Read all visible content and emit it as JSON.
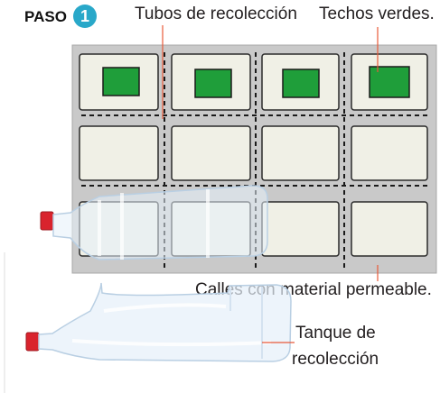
{
  "step": {
    "label": "PASO",
    "number": "1"
  },
  "labels": {
    "collection_tubes": "Tubos de recolección",
    "green_roofs": "Techos verdes.",
    "permeable_streets": "Calles con material permeable.",
    "tank_line1": "Tanque de",
    "tank_line2": "recolección"
  },
  "colors": {
    "ground": "#c9c9c9",
    "lot": "#f0f0e6",
    "green_roof": "#1f9e3a",
    "bottle_cap": "#d9232d",
    "guide_line": "#e8593a",
    "step_circle": "#29a8c9"
  },
  "grid": {
    "rows": 3,
    "cols": 4,
    "green_roofs_in_row": 1
  }
}
